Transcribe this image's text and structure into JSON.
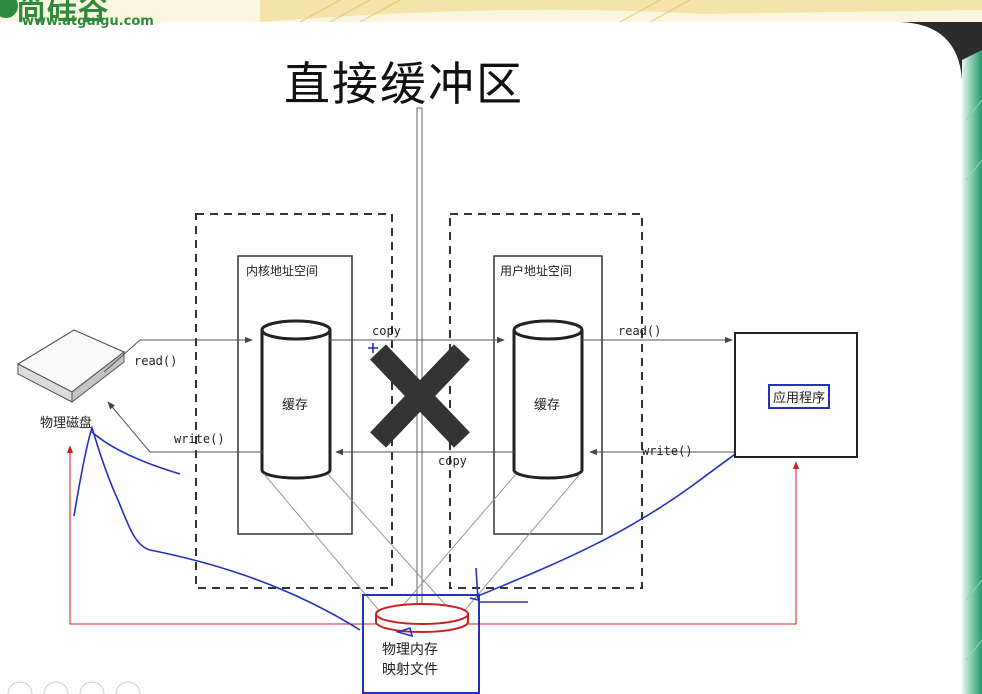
{
  "header": {
    "logo_text": "尚硅谷",
    "logo_url_text": "www.atguigu.com"
  },
  "title": "直接缓冲区",
  "diagram": {
    "disk_label": "物理磁盘",
    "kernel_space_label": "内核地址空间",
    "user_space_label": "用户地址空间",
    "kernel_cache_label": "缓存",
    "user_cache_label": "缓存",
    "app_label": "应用程序",
    "memory_label_line1": "物理内存",
    "memory_label_line2": "映射文件",
    "read_left": "read()",
    "write_left": "write()",
    "copy_top": "copy",
    "copy_bottom": "copy",
    "read_right": "read()",
    "write_right": "write()"
  },
  "colors": {
    "slide_background": "#ffffff",
    "page_background": "#2c2c2c",
    "accent_green": "#1f9d6a",
    "logo_green": "#2e8b3d",
    "annotation_blue": "#2233bb",
    "arrow_red": "#cc2222",
    "cross_gray": "#333333"
  },
  "icons": {
    "disk": "disk-drive-icon",
    "cross": "cross-x-icon",
    "nav": "nav-circle-icon"
  }
}
